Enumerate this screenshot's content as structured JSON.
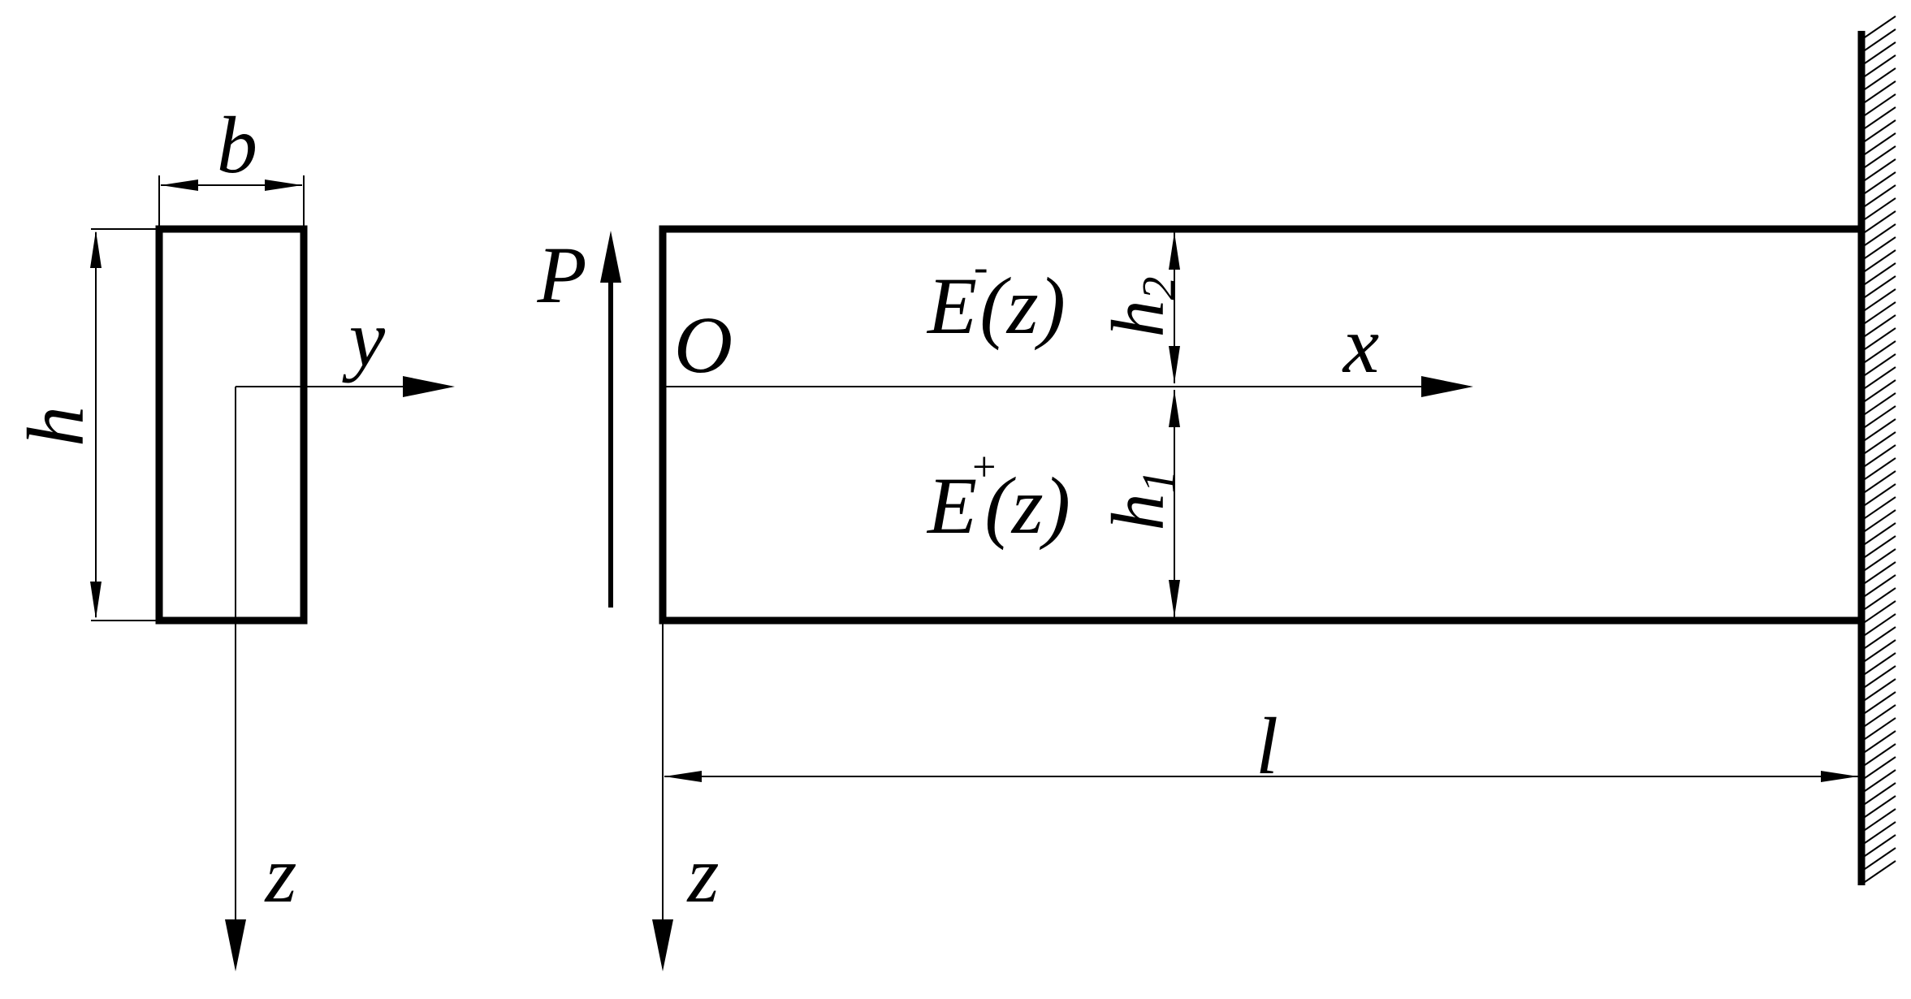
{
  "cross_section": {
    "width_label": "b",
    "height_label": "h",
    "y_axis_label": "y",
    "z_axis_label": "z"
  },
  "beam": {
    "load_label": "P",
    "origin_label": "O",
    "x_axis_label": "x",
    "z_axis_label": "z",
    "length_label": "l",
    "upper_layer": {
      "modulus": "E",
      "modulus_sign": "-",
      "argument": "(z)",
      "thickness_symbol": "h",
      "thickness_subscript": "2"
    },
    "lower_layer": {
      "modulus": "E",
      "modulus_sign": "+",
      "argument": "(z)",
      "thickness_symbol": "h",
      "thickness_subscript": "1"
    }
  },
  "colors": {
    "ink": "#000000",
    "background": "#ffffff"
  }
}
